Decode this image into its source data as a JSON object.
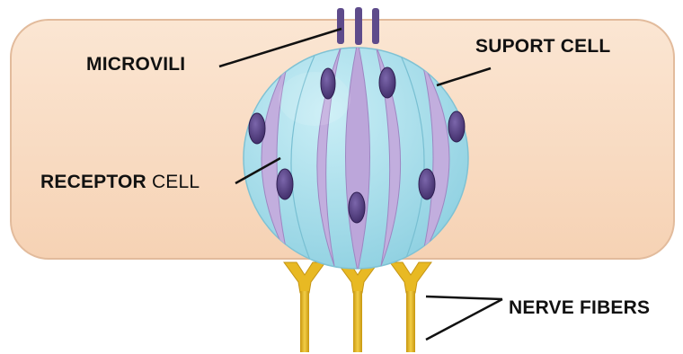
{
  "labels": {
    "microvili": "MICROVILI",
    "support_cell": "SUPORT CELL",
    "receptor_bold": "RECEPTOR",
    "receptor_rest": " CELL",
    "nerve_fibers": "NERVE FIBERS"
  },
  "colors": {
    "epithelium": "#f9dcc3",
    "epithelium_edge": "#e6bea0",
    "support_cell": "#9fdbe8",
    "receptor_cell": "#c2aede",
    "nucleus": "#5a4486",
    "microvilli": "#5e4b8b",
    "nerve_fiber": "#e3b522",
    "label_text": "#111111"
  },
  "icons": {
    "nerve_terminal": "y-shaped-nerve-ending-icon",
    "nucleus": "cell-nucleus-icon"
  }
}
